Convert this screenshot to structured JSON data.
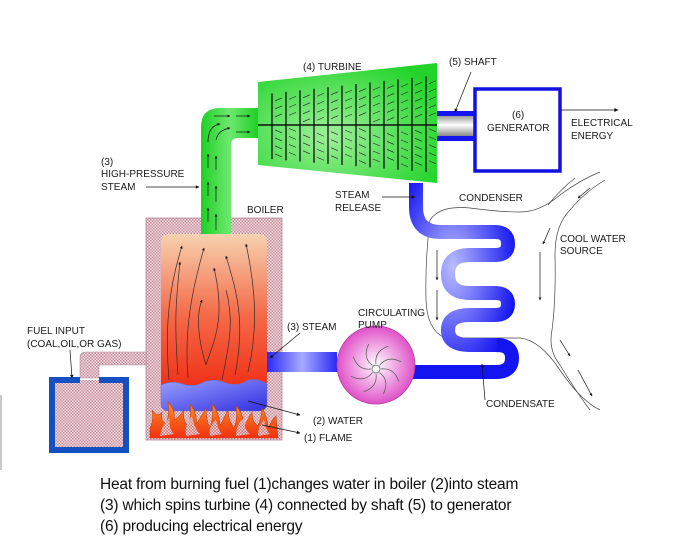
{
  "diagram": {
    "title": "Steam power plant (fossil fuel) schematic",
    "labels": {
      "turbine": "(4) TURBINE",
      "shaft": "(5) SHAFT",
      "generator_num": "(6)",
      "generator": "GENERATOR",
      "electrical_energy_1": "ELECTRICAL",
      "electrical_energy_2": "ENERGY",
      "hp_steam_1": "(3)",
      "hp_steam_2": "HIGH-PRESSURE",
      "hp_steam_3": "STEAM",
      "steam_release_1": "STEAM",
      "steam_release_2": "RELEASE",
      "condenser": "CONDENSER",
      "boiler": "BOILER",
      "cool_water_1": "COOL WATER",
      "cool_water_2": "SOURCE",
      "fuel_input_1": "FUEL INPUT",
      "fuel_input_2": "(COAL,OIL,OR GAS)",
      "steam": "(3) STEAM",
      "pump_1": "CIRCULATING",
      "pump_2": "PUMP",
      "condensate": "CONDENSATE",
      "water": "(2) WATER",
      "flame": "(1) FLAME"
    },
    "colors": {
      "steam_green": "#22d32a",
      "water_blue": "#1a1aff",
      "fire_red": "#f04020",
      "insulation_pink": "#e8c8d0",
      "pump_magenta": "#e040c0",
      "generator_blue": "#1010e0",
      "fuel_tank_blue": "#1550c0"
    }
  },
  "caption": {
    "line1": "Heat from burning fuel (1)changes water in boiler (2)into steam",
    "line2": "(3) which spins turbine (4) connected by shaft (5) to generator",
    "line3": "(6) producing electrical energy"
  }
}
